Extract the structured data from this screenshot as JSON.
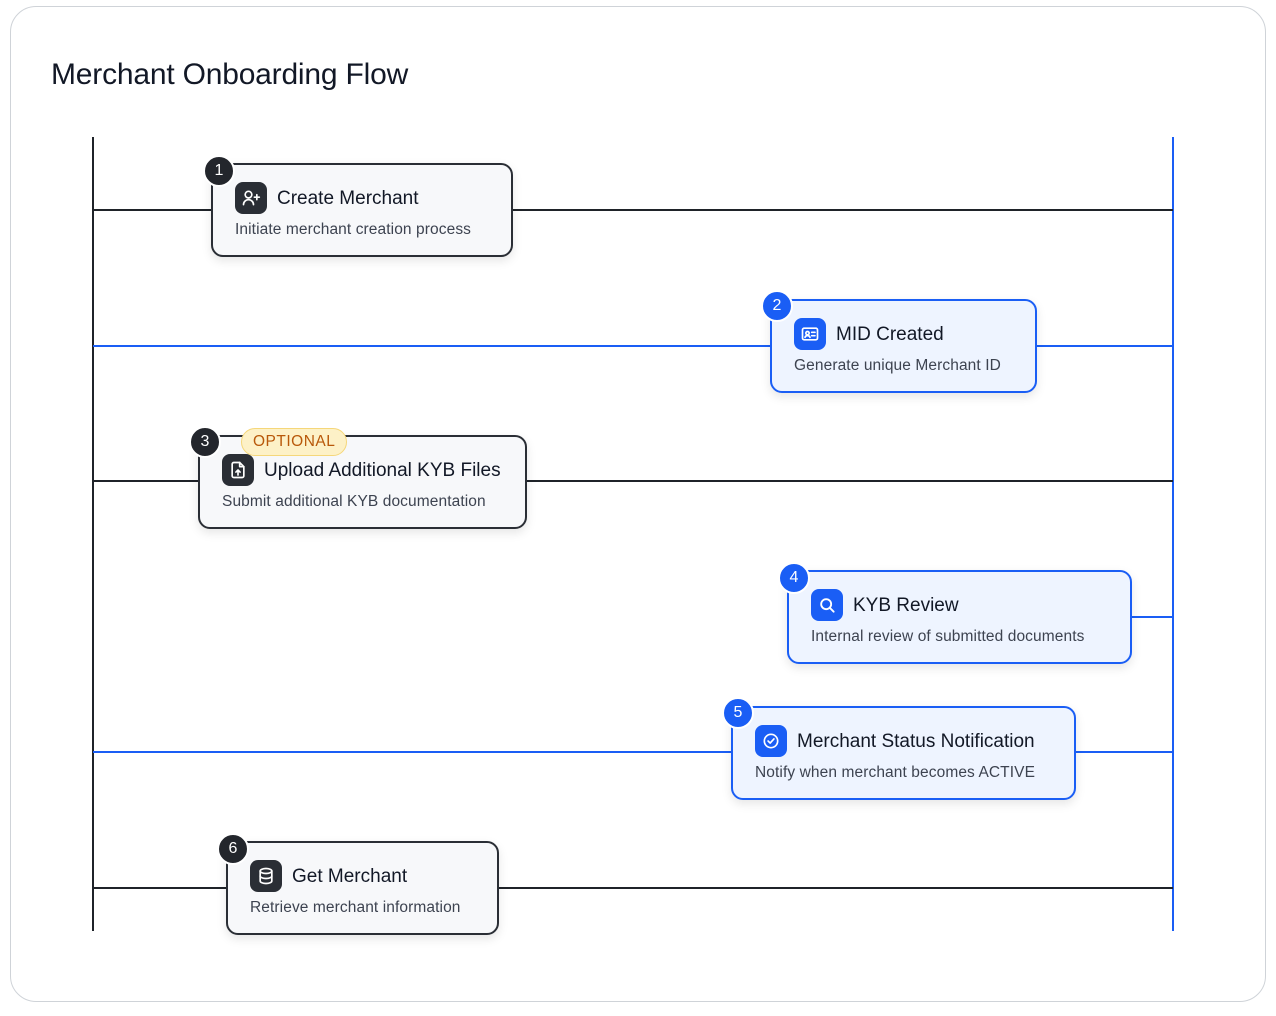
{
  "page": {
    "title": "Merchant Onboarding Flow"
  },
  "colors": {
    "dark": "#2a2e35",
    "blue": "#1a5ef5",
    "optional_bg": "#fdf1c7",
    "optional_text": "#b8580a"
  },
  "steps": [
    {
      "number": "1",
      "title": "Create Merchant",
      "description": "Initiate merchant creation process",
      "icon": "user-plus-icon",
      "theme": "dark"
    },
    {
      "number": "2",
      "title": "MID Created",
      "description": "Generate unique Merchant ID",
      "icon": "id-card-icon",
      "theme": "blue"
    },
    {
      "number": "3",
      "title": "Upload Additional KYB Files",
      "description": "Submit additional KYB documentation",
      "icon": "file-upload-icon",
      "theme": "dark",
      "tag": "OPTIONAL"
    },
    {
      "number": "4",
      "title": "KYB Review",
      "description": "Internal review of submitted documents",
      "icon": "search-icon",
      "theme": "blue"
    },
    {
      "number": "5",
      "title": "Merchant Status Notification",
      "description": "Notify when merchant becomes ACTIVE",
      "icon": "check-circle-icon",
      "theme": "blue"
    },
    {
      "number": "6",
      "title": "Get Merchant",
      "description": "Retrieve merchant information",
      "icon": "database-icon",
      "theme": "dark"
    }
  ]
}
